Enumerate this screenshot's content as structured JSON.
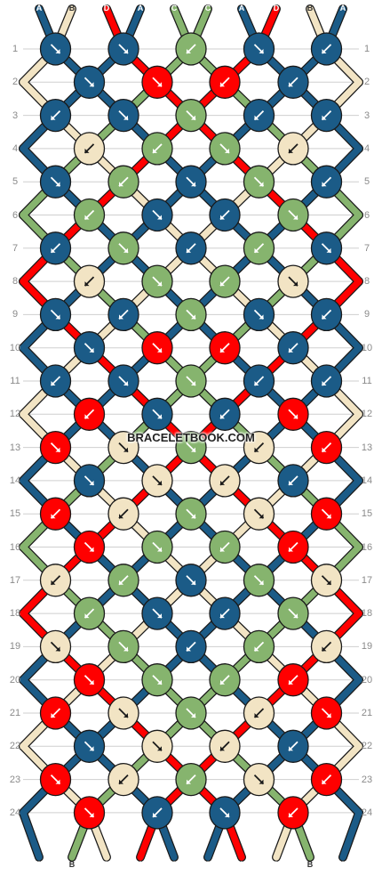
{
  "colors": {
    "A": "#1b5b87",
    "B": "#f2e4c4",
    "C": "#86b46e",
    "D": "#ff0000",
    "outline": "#1a1a1a",
    "grid": "#cfcfcf"
  },
  "strings_top": [
    "A",
    "B",
    "D",
    "A",
    "C",
    "C",
    "A",
    "D",
    "B",
    "A"
  ],
  "strings_bottom": [
    "A",
    "B",
    "D",
    "A",
    "C",
    "C",
    "A",
    "D",
    "B",
    "A"
  ],
  "row_labels": [
    "1",
    "2",
    "3",
    "4",
    "5",
    "6",
    "7",
    "8",
    "9",
    "10",
    "11",
    "12",
    "13",
    "14",
    "15",
    "16",
    "17",
    "18",
    "19",
    "20",
    "21",
    "22",
    "23",
    "24"
  ],
  "watermark": "BRACELETBOOK.COM",
  "knots": [
    [
      [
        "A",
        "dr"
      ],
      [
        "A",
        "dr"
      ],
      [
        "C",
        "dl"
      ],
      [
        "A",
        "dr"
      ],
      [
        "A",
        "dl"
      ]
    ],
    [
      [
        "A",
        "dr"
      ],
      [
        "D",
        "dr"
      ],
      [
        "D",
        "dl"
      ],
      [
        "A",
        "dl"
      ]
    ],
    [
      [
        "A",
        "dl"
      ],
      [
        "A",
        "dr"
      ],
      [
        "C",
        "dr"
      ],
      [
        "A",
        "dl"
      ],
      [
        "A",
        "dl"
      ]
    ],
    [
      [
        "B",
        "dl"
      ],
      [
        "C",
        "dl"
      ],
      [
        "C",
        "dr"
      ],
      [
        "B",
        "dl"
      ]
    ],
    [
      [
        "A",
        "dr"
      ],
      [
        "C",
        "dl"
      ],
      [
        "A",
        "dr"
      ],
      [
        "C",
        "dr"
      ],
      [
        "A",
        "dl"
      ]
    ],
    [
      [
        "C",
        "dl"
      ],
      [
        "A",
        "dr"
      ],
      [
        "A",
        "dl"
      ],
      [
        "C",
        "dr"
      ]
    ],
    [
      [
        "A",
        "dl"
      ],
      [
        "C",
        "dr"
      ],
      [
        "A",
        "dl"
      ],
      [
        "C",
        "dl"
      ],
      [
        "A",
        "dr"
      ]
    ],
    [
      [
        "B",
        "dl"
      ],
      [
        "C",
        "dr"
      ],
      [
        "C",
        "dl"
      ],
      [
        "B",
        "dr"
      ]
    ],
    [
      [
        "A",
        "dr"
      ],
      [
        "A",
        "dl"
      ],
      [
        "C",
        "dr"
      ],
      [
        "A",
        "dr"
      ],
      [
        "A",
        "dl"
      ]
    ],
    [
      [
        "A",
        "dr"
      ],
      [
        "D",
        "dr"
      ],
      [
        "D",
        "dl"
      ],
      [
        "A",
        "dl"
      ]
    ],
    [
      [
        "A",
        "dl"
      ],
      [
        "A",
        "dr"
      ],
      [
        "C",
        "dr"
      ],
      [
        "A",
        "dl"
      ],
      [
        "A",
        "dl"
      ]
    ],
    [
      [
        "D",
        "dl"
      ],
      [
        "A",
        "dr"
      ],
      [
        "A",
        "dl"
      ],
      [
        "D",
        "dr"
      ]
    ],
    [
      [
        "D",
        "dr"
      ],
      [
        "B",
        "dr"
      ],
      [
        "C",
        "dr"
      ],
      [
        "B",
        "dl"
      ],
      [
        "D",
        "dl"
      ]
    ],
    [
      [
        "A",
        "dr"
      ],
      [
        "B",
        "dr"
      ],
      [
        "B",
        "dl"
      ],
      [
        "A",
        "dl"
      ]
    ],
    [
      [
        "D",
        "dl"
      ],
      [
        "B",
        "dl"
      ],
      [
        "C",
        "dr"
      ],
      [
        "B",
        "dr"
      ],
      [
        "D",
        "dr"
      ]
    ],
    [
      [
        "D",
        "dr"
      ],
      [
        "C",
        "dr"
      ],
      [
        "C",
        "dl"
      ],
      [
        "D",
        "dl"
      ]
    ],
    [
      [
        "B",
        "dl"
      ],
      [
        "C",
        "dl"
      ],
      [
        "A",
        "dr"
      ],
      [
        "C",
        "dr"
      ],
      [
        "B",
        "dr"
      ]
    ],
    [
      [
        "C",
        "dl"
      ],
      [
        "A",
        "dr"
      ],
      [
        "A",
        "dl"
      ],
      [
        "C",
        "dr"
      ]
    ],
    [
      [
        "B",
        "dr"
      ],
      [
        "C",
        "dr"
      ],
      [
        "A",
        "dl"
      ],
      [
        "C",
        "dl"
      ],
      [
        "B",
        "dl"
      ]
    ],
    [
      [
        "D",
        "dr"
      ],
      [
        "C",
        "dr"
      ],
      [
        "C",
        "dl"
      ],
      [
        "D",
        "dl"
      ]
    ],
    [
      [
        "D",
        "dl"
      ],
      [
        "B",
        "dr"
      ],
      [
        "C",
        "dr"
      ],
      [
        "B",
        "dl"
      ],
      [
        "D",
        "dr"
      ]
    ],
    [
      [
        "A",
        "dr"
      ],
      [
        "B",
        "dr"
      ],
      [
        "B",
        "dl"
      ],
      [
        "A",
        "dl"
      ]
    ],
    [
      [
        "D",
        "dr"
      ],
      [
        "B",
        "dl"
      ],
      [
        "C",
        "dl"
      ],
      [
        "B",
        "dr"
      ],
      [
        "D",
        "dl"
      ]
    ],
    [
      [
        "D",
        "dr"
      ],
      [
        "A",
        "dl"
      ],
      [
        "A",
        "dr"
      ],
      [
        "D",
        "dl"
      ]
    ]
  ]
}
